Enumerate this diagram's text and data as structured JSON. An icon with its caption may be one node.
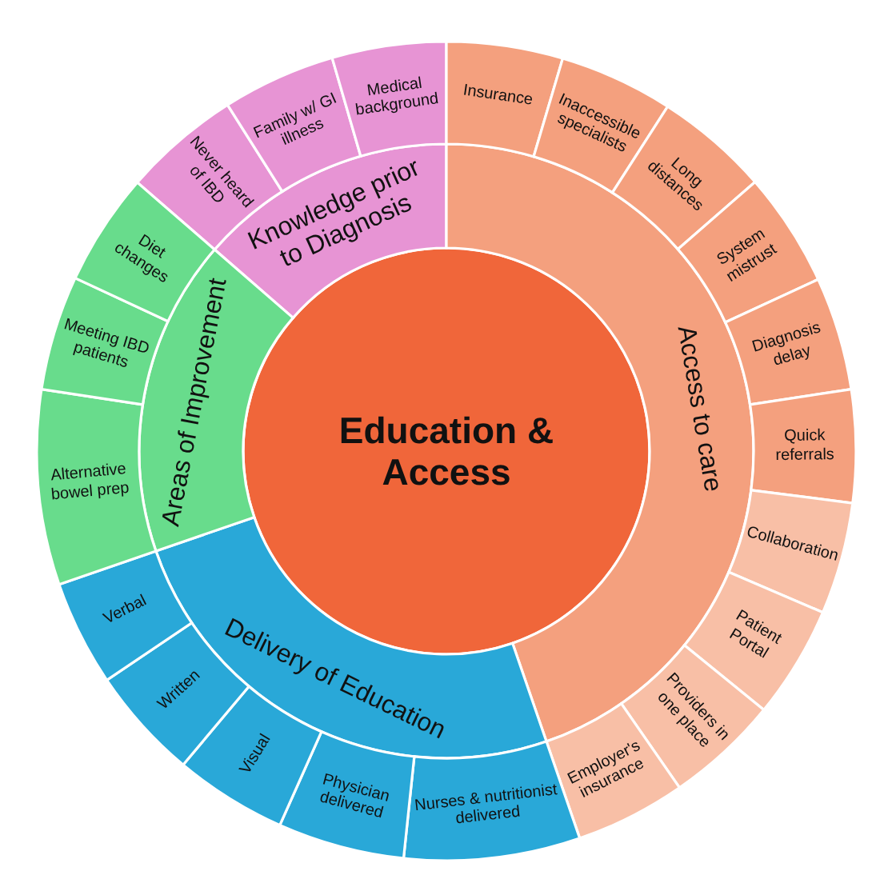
{
  "diagram": {
    "nodes": [
      {
        "text": [
          "Education & Access"
        ]
      },
      {
        "text": [
          "Knowledge prior to Diagnosis"
        ]
      },
      {
        "text": [
          "Access to care"
        ]
      },
      {
        "text": [
          "Delivery of Education"
        ]
      },
      {
        "text": [
          "Areas of Improvement"
        ]
      },
      {
        "text": [
          "Never heard of IBD"
        ]
      },
      {
        "text": [
          "Family w/ GI illness"
        ]
      },
      {
        "text": [
          "Medical background"
        ]
      },
      {
        "text": [
          "Insurance"
        ]
      },
      {
        "text": [
          "Inaccessible specialists"
        ]
      },
      {
        "text": [
          "Long distances"
        ]
      },
      {
        "text": [
          "System mistrust"
        ]
      },
      {
        "text": [
          "Diagnosis delay"
        ]
      },
      {
        "text": [
          "Quick referrals"
        ]
      },
      {
        "text": [
          "Collaboration"
        ]
      },
      {
        "text": [
          "Patient Portal"
        ]
      },
      {
        "text": [
          "Providers in one place"
        ]
      },
      {
        "text": [
          "Employer's insurance"
        ]
      },
      {
        "text": [
          "Nurses & nutritionist delivered"
        ]
      },
      {
        "text": [
          "Physician delivered"
        ]
      },
      {
        "text": [
          "Visual"
        ]
      },
      {
        "text": [
          "Written"
        ]
      },
      {
        "text": [
          "Verbal"
        ]
      },
      {
        "text": [
          "Alternative bowel prep"
        ]
      },
      {
        "text": [
          "Meeting IBD patients"
        ]
      },
      {
        "text": [
          "Diet changes"
        ]
      }
    ]
  }
}
